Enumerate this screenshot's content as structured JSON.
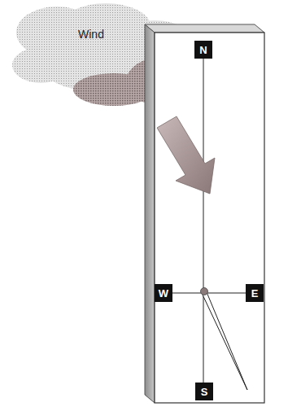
{
  "diagram": {
    "nodes": [
      {
        "text": [
          "Wind"
        ]
      },
      {
        "text": [
          "N"
        ]
      },
      {
        "text": [
          "W"
        ]
      },
      {
        "text": [
          "E"
        ]
      },
      {
        "text": [
          "S"
        ]
      }
    ]
  }
}
